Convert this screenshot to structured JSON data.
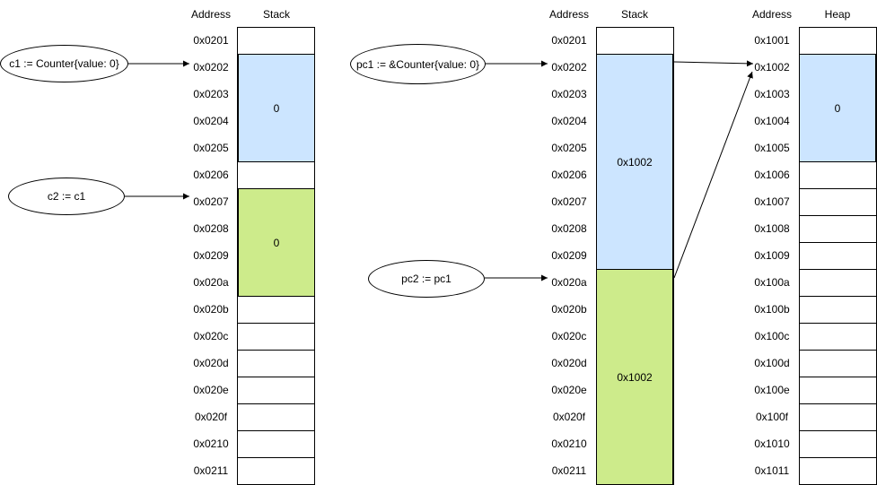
{
  "left_stack": {
    "address_header": "Address",
    "stack_header": "Stack",
    "addresses": [
      "0x0201",
      "0x0202",
      "0x0203",
      "0x0204",
      "0x0205",
      "0x0206",
      "0x0207",
      "0x0208",
      "0x0209",
      "0x020a",
      "0x020b",
      "0x020c",
      "0x020d",
      "0x020e",
      "0x020f",
      "0x0210",
      "0x0211"
    ],
    "c1_value": "0",
    "c2_value": "0",
    "c1_label": "c1 := Counter{value: 0}",
    "c2_label": "c2 := c1"
  },
  "middle_stack": {
    "address_header": "Address",
    "stack_header": "Stack",
    "addresses": [
      "0x0201",
      "0x0202",
      "0x0203",
      "0x0204",
      "0x0205",
      "0x0206",
      "0x0207",
      "0x0208",
      "0x0209",
      "0x020a",
      "0x020b",
      "0x020c",
      "0x020d",
      "0x020e",
      "0x020f",
      "0x0210",
      "0x0211"
    ],
    "pc1_value": "0x1002",
    "pc2_value": "0x1002",
    "pc1_label": "pc1 := &Counter{value: 0}",
    "pc2_label": "pc2 := pc1"
  },
  "heap": {
    "address_header": "Address",
    "heap_header": "Heap",
    "addresses": [
      "0x1001",
      "0x1002",
      "0x1003",
      "0x1004",
      "0x1005",
      "0x1006",
      "0x1007",
      "0x1008",
      "0x1009",
      "0x100a",
      "0x100b",
      "0x100c",
      "0x100d",
      "0x100e",
      "0x100f",
      "0x1010",
      "0x1011"
    ],
    "value": "0"
  },
  "colors": {
    "blue_fill": "#cce5ff",
    "green_fill": "#cdeb8b",
    "stroke": "#000000"
  }
}
